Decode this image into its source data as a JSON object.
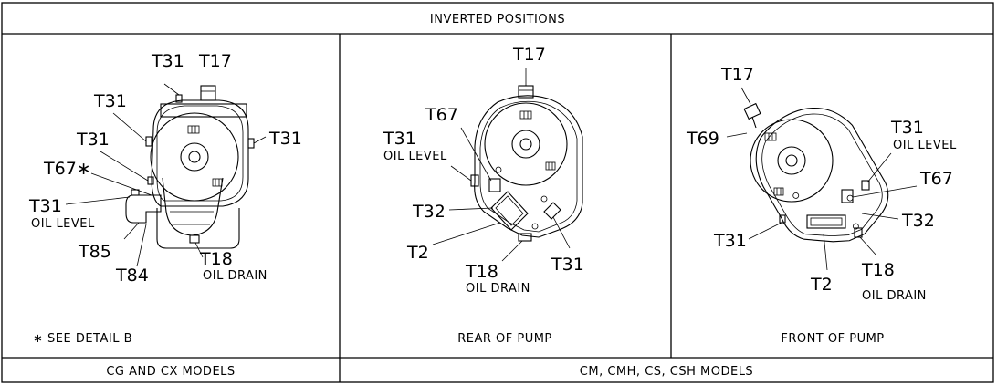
{
  "header": {
    "title": "INVERTED POSITIONS"
  },
  "panel_cg": {
    "labels": {
      "t31_top": "T31",
      "t17": "T17",
      "t31_left": "T31",
      "t31_right": "T31",
      "t31_mid": "T31",
      "t67": "T67∗",
      "t31_oil": "T31",
      "oil_level": "OIL LEVEL",
      "t85": "T85",
      "t84": "T84",
      "t18": "T18",
      "oil_drain": "OIL DRAIN"
    },
    "note": "∗ SEE DETAIL B"
  },
  "panel_rear": {
    "labels": {
      "t17": "T17",
      "t67": "T67",
      "t31": "T31",
      "oil_level": "OIL LEVEL",
      "t32": "T32",
      "t2": "T2",
      "t18": "T18",
      "oil_drain": "OIL DRAIN",
      "t31_b": "T31"
    },
    "caption": "REAR OF PUMP"
  },
  "panel_front": {
    "labels": {
      "t17": "T17",
      "t69": "T69",
      "t31": "T31",
      "oil_level": "OIL LEVEL",
      "t67": "T67",
      "t32": "T32",
      "t31_b": "T31",
      "t2": "T2",
      "t18": "T18",
      "oil_drain": "OIL DRAIN"
    },
    "caption": "FRONT OF PUMP"
  },
  "footer": {
    "left": "CG AND CX MODELS",
    "right": "CM, CMH, CS, CSH MODELS"
  }
}
